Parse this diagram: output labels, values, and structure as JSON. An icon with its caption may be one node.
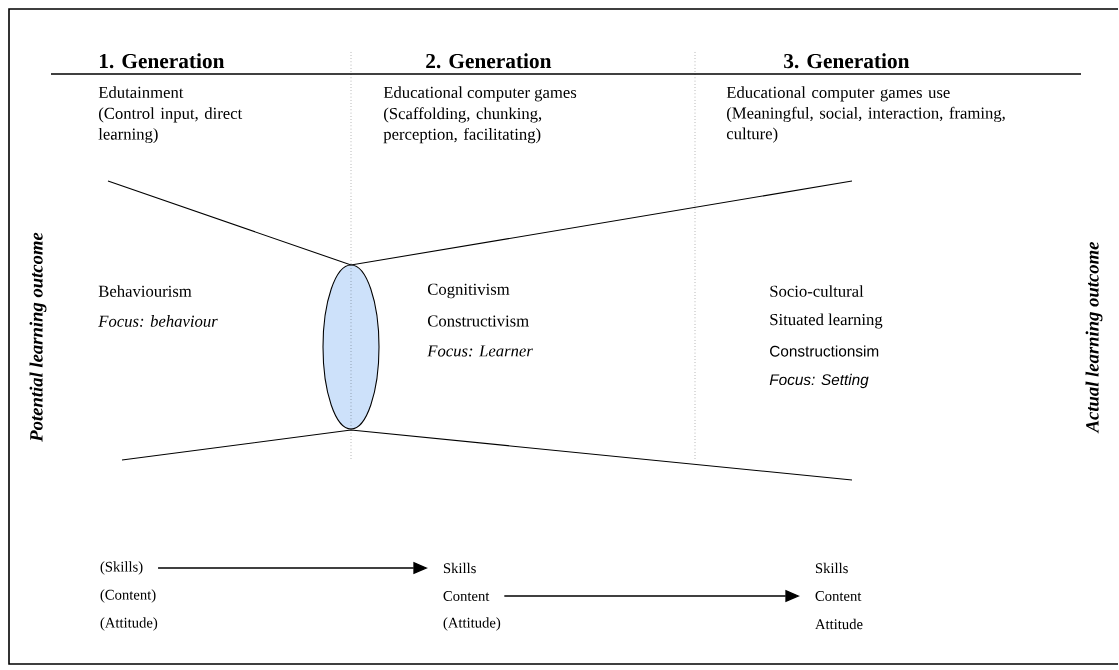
{
  "diagram": {
    "nodes": [
      {
        "text": [
          "(Skills)"
        ]
      },
      {
        "text": [
          "(Content)"
        ]
      },
      {
        "text": [
          "(Attitude)"
        ]
      },
      {
        "text": [
          "Skills"
        ]
      },
      {
        "text": [
          "Content"
        ]
      },
      {
        "text": [
          "(Attitude)"
        ]
      },
      {
        "text": [
          "Skills"
        ]
      },
      {
        "text": [
          "Content"
        ]
      },
      {
        "text": [
          "Attitude"
        ]
      }
    ],
    "edges": [
      {
        "from": 0,
        "to": 3,
        "arrow": "to"
      },
      {
        "from": 4,
        "to": 7,
        "arrow": "to"
      }
    ],
    "labels": [
      "1. Generation",
      "2. Generation",
      "3. Generation",
      "Edutainment",
      "(Control input, direct learning)",
      "Educational computer games",
      "(Scaffolding, chunking, perception, facilitating)",
      "Educational computer games use (Meaningful, social, interaction, framing, culture)",
      "Potential learning outcome",
      "Behaviourism",
      "Focus: behaviour",
      "Cognitivism",
      "Constructivism",
      "Focus: Learner",
      "Socio-cultural",
      "Situated learning",
      "Constructionsim",
      "Focus: Setting",
      "Actual learning outcome"
    ]
  }
}
